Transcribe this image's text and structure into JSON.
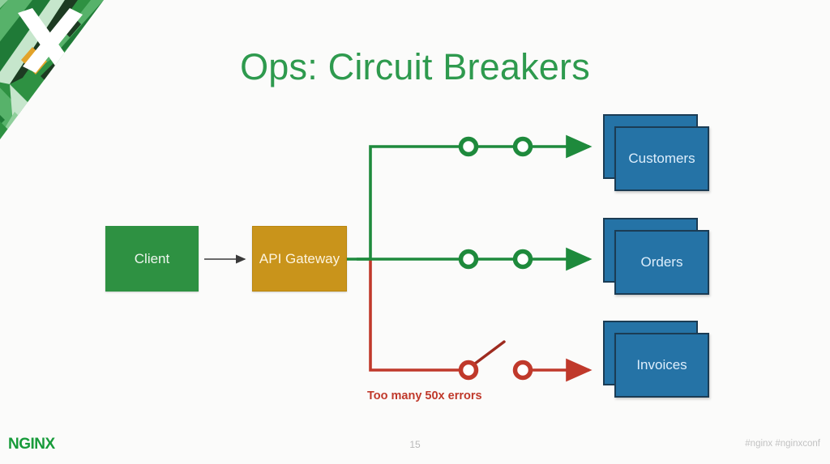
{
  "slide": {
    "title": "Ops: Circuit Breakers",
    "title_color": "#2e9a4e",
    "background": "#fbfbfa"
  },
  "corner_graphic": {
    "name": "nginx-x-mosaic",
    "colors": [
      "#1f7a37",
      "#2e9142",
      "#57b26a",
      "#8fcf9b",
      "#c6e6cc",
      "#1d3b22",
      "#e2a32a",
      "#ffffff"
    ]
  },
  "diagram": {
    "client": {
      "label": "Client",
      "fill": "#2e9142",
      "text_color": "#eef6ee"
    },
    "gateway": {
      "label": "API Gateway",
      "fill": "#c9941b",
      "text_color": "#fdf4df"
    },
    "services": [
      {
        "label": "Customers",
        "fill": "#2573a6",
        "border": "#1b3c54",
        "state": "closed"
      },
      {
        "label": "Orders",
        "fill": "#2573a6",
        "border": "#1b3c54",
        "state": "closed"
      },
      {
        "label": "Invoices",
        "fill": "#2573a6",
        "border": "#1b3c54",
        "state": "open"
      }
    ],
    "branches": [
      {
        "target": "Customers",
        "color": "#1e8a3c",
        "status": "closed",
        "breakers": 2
      },
      {
        "target": "Orders",
        "color": "#1e8a3c",
        "status": "closed",
        "breakers": 2
      },
      {
        "target": "Invoices",
        "color": "#c0392b",
        "status": "tripped",
        "breakers": 2
      }
    ],
    "connector_arrow_color": "#3a3a3a",
    "error_label": "Too many 50x errors",
    "error_label_color": "#c0392b"
  },
  "footer": {
    "logo": "NGINX",
    "logo_color": "#179b3a",
    "page_number": "15",
    "hashtags": "#nginx  #nginxconf"
  }
}
